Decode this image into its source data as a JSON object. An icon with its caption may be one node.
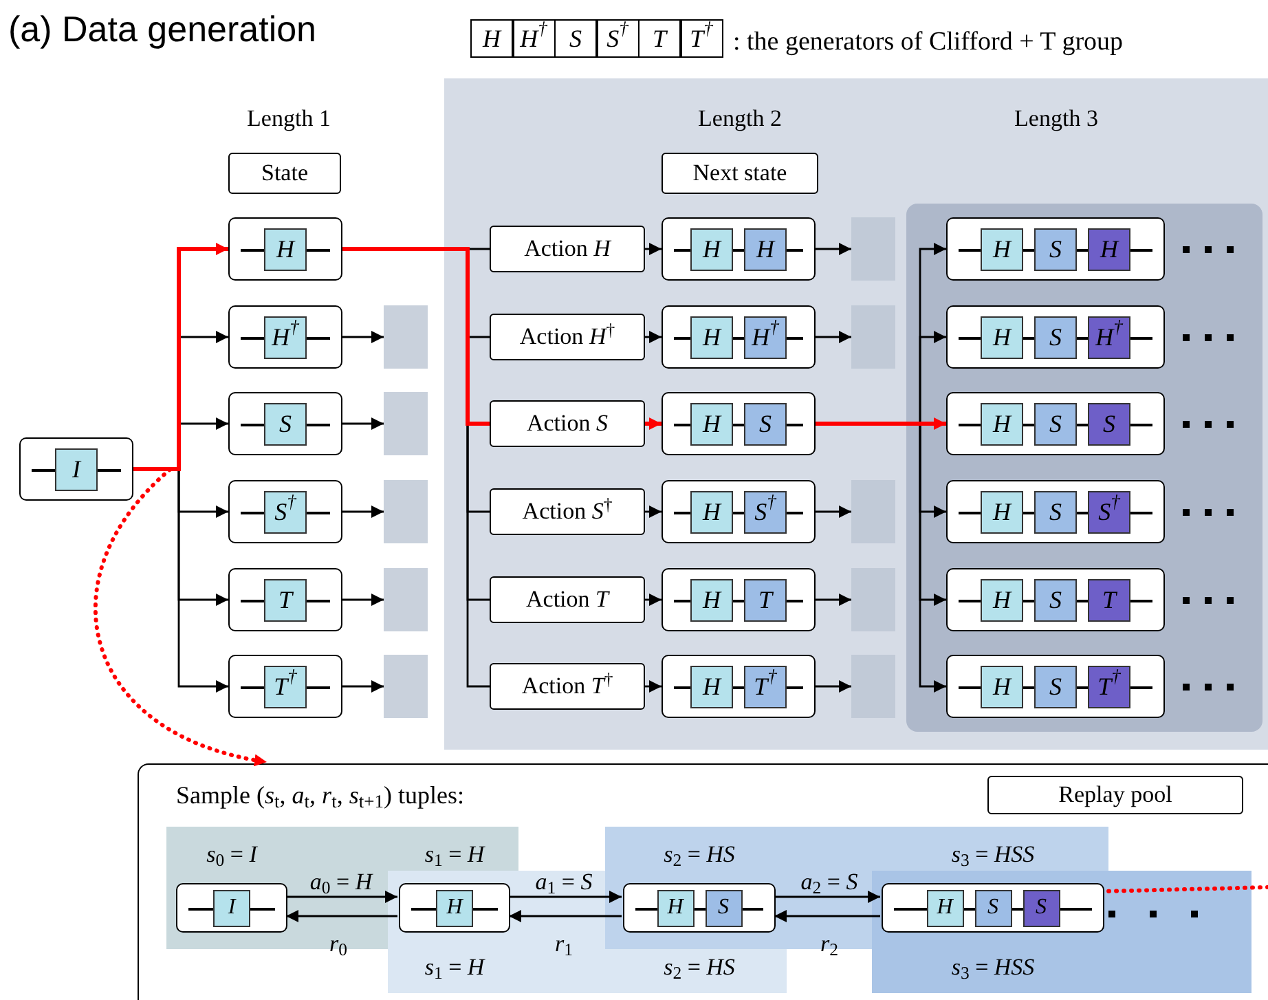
{
  "diagram": {
    "title": "(a) Data generation",
    "nodes": [
      {
        "text": [
          "State"
        ]
      },
      {
        "text": [
          "Next state"
        ]
      },
      {
        "text": [
          "I"
        ]
      },
      {
        "text": [
          "H"
        ]
      },
      {
        "text": [
          "H$^{†}$"
        ]
      },
      {
        "text": [
          "S"
        ]
      },
      {
        "text": [
          "S$^{†}$"
        ]
      },
      {
        "text": [
          "T"
        ]
      },
      {
        "text": [
          "T$^{†}$"
        ]
      },
      {
        "text": [],
        "shape": "box"
      },
      {
        "text": [],
        "shape": "box"
      },
      {
        "text": [],
        "shape": "box"
      },
      {
        "text": [],
        "shape": "box"
      },
      {
        "text": [],
        "shape": "box"
      },
      {
        "text": [
          "Action *H*"
        ]
      },
      {
        "text": [
          "Action *H*$^{†}$"
        ]
      },
      {
        "text": [
          "Action *S*"
        ]
      },
      {
        "text": [
          "Action *S*$^{†}$"
        ]
      },
      {
        "text": [
          "Action *T*"
        ]
      },
      {
        "text": [
          "Action *T*$^{†}$"
        ]
      },
      {
        "text": [
          "H",
          "H"
        ]
      },
      {
        "text": [
          "H",
          "H$^{†}$"
        ]
      },
      {
        "text": [
          "H",
          "S"
        ]
      },
      {
        "text": [
          "H",
          "S$^{†}$"
        ]
      },
      {
        "text": [
          "H",
          "T"
        ]
      },
      {
        "text": [
          "H",
          "T$^{†}$"
        ]
      },
      {
        "text": [],
        "shape": "box"
      },
      {
        "text": [],
        "shape": "box"
      },
      {
        "text": [],
        "shape": "box"
      },
      {
        "text": [],
        "shape": "box"
      },
      {
        "text": [],
        "shape": "box"
      },
      {
        "text": [
          "H",
          "S",
          "H"
        ]
      },
      {
        "text": [
          "H",
          "S",
          "H$^{†}$"
        ]
      },
      {
        "text": [
          "H",
          "S",
          "S"
        ]
      },
      {
        "text": [
          "H",
          "S",
          "S$^{†}$"
        ]
      },
      {
        "text": [
          "H",
          "S",
          "T"
        ]
      },
      {
        "text": [
          "H",
          "S",
          "T$^{†}$"
        ]
      },
      {
        "text": [
          "Sample (*s*$_{t}$, *a*$_{t}$, *r*$_{t}$, *s*$_{t+1}$) tuples:"
        ]
      },
      {
        "text": [
          "Replay pool"
        ],
        "in": 37
      },
      {
        "text": [
          "I"
        ],
        "in": 37,
        "beside": [
          "*s*$_{0}$ = *I*"
        ]
      },
      {
        "text": [
          "H"
        ],
        "in": 37,
        "beside": [
          "*s*$_{1}$ = *H*",
          "*s*$_{1}$ = *H*"
        ]
      },
      {
        "text": [
          "H",
          "S"
        ],
        "in": 37,
        "beside": [
          "*s*$_{2}$ = *HS*",
          "*s*$_{2}$ = *HS*"
        ]
      },
      {
        "text": [
          "H",
          "S",
          "S"
        ],
        "in": 37,
        "beside": [
          "*s*$_{3}$ = *HSS*",
          "*s*$_{3}$ = *HSS*"
        ]
      }
    ],
    "edges": [
      {
        "from": 2,
        "to": 3,
        "arrow": "to",
        "style": "thick",
        "color": "#ff0000"
      },
      {
        "from": 2,
        "to": 4,
        "arrow": "to"
      },
      {
        "from": 2,
        "to": 5,
        "arrow": "to"
      },
      {
        "from": 2,
        "to": 6,
        "arrow": "to"
      },
      {
        "from": 2,
        "to": 7,
        "arrow": "to"
      },
      {
        "from": 2,
        "to": 8,
        "arrow": "to"
      },
      {
        "from": 4,
        "to": 9,
        "arrow": "to"
      },
      {
        "from": 5,
        "to": 10,
        "arrow": "to"
      },
      {
        "from": 6,
        "to": 11,
        "arrow": "to"
      },
      {
        "from": 7,
        "to": 12,
        "arrow": "to"
      },
      {
        "from": 8,
        "to": 13,
        "arrow": "to"
      },
      {
        "from": 3,
        "to": 14,
        "arrow": "none"
      },
      {
        "from": 3,
        "to": 15,
        "arrow": "none"
      },
      {
        "from": 3,
        "to": 16,
        "arrow": "none",
        "style": "thick",
        "color": "#ff0000"
      },
      {
        "from": 3,
        "to": 17,
        "arrow": "none"
      },
      {
        "from": 3,
        "to": 18,
        "arrow": "none"
      },
      {
        "from": 3,
        "to": 19,
        "arrow": "none"
      },
      {
        "from": 14,
        "to": 20,
        "arrow": "to"
      },
      {
        "from": 15,
        "to": 21,
        "arrow": "to"
      },
      {
        "from": 16,
        "to": 22,
        "arrow": "to",
        "style": "thick",
        "color": "#ff0000"
      },
      {
        "from": 17,
        "to": 23,
        "arrow": "to"
      },
      {
        "from": 18,
        "to": 24,
        "arrow": "to"
      },
      {
        "from": 19,
        "to": 25,
        "arrow": "to"
      },
      {
        "from": 20,
        "to": 26,
        "arrow": "to"
      },
      {
        "from": 21,
        "to": 27,
        "arrow": "to"
      },
      {
        "from": 23,
        "to": 28,
        "arrow": "to"
      },
      {
        "from": 24,
        "to": 29,
        "arrow": "to"
      },
      {
        "from": 25,
        "to": 30,
        "arrow": "to"
      },
      {
        "from": 22,
        "to": 31,
        "arrow": "to"
      },
      {
        "from": 22,
        "to": 32,
        "arrow": "to"
      },
      {
        "from": 22,
        "to": 33,
        "arrow": "to",
        "style": "thick",
        "color": "#ff0000"
      },
      {
        "from": 22,
        "to": 34,
        "arrow": "to"
      },
      {
        "from": 22,
        "to": 35,
        "arrow": "to"
      },
      {
        "from": 22,
        "to": 36,
        "arrow": "to"
      },
      {
        "from": 2,
        "to": 37,
        "arrow": "to",
        "style": "dashed",
        "color": "#ff0000"
      },
      {
        "from": 39,
        "to": 40,
        "arrow": "to",
        "label": "*a*$_{0}$ = *H*"
      },
      {
        "from": 40,
        "to": 39,
        "arrow": "to",
        "label": "*r*$_{0}$"
      },
      {
        "from": 40,
        "to": 41,
        "arrow": "to",
        "label": "*a*$_{1}$ = *S*"
      },
      {
        "from": 41,
        "to": 40,
        "arrow": "to",
        "label": "*r*$_{1}$"
      },
      {
        "from": 41,
        "to": 42,
        "arrow": "to",
        "label": "*a*$_{2}$ = *S*"
      },
      {
        "from": 42,
        "to": 41,
        "arrow": "to",
        "label": "*r*$_{2}$"
      },
      {
        "from": 37,
        "to": 42,
        "arrow": "none",
        "style": "dashed",
        "color": "#ff0000"
      }
    ],
    "labels": [
      "H",
      "H$^{†}$",
      "S",
      "S$^{†}$",
      "T",
      "T$^{†}$",
      ": the generators of Clifford + T group",
      "Length 1",
      "Length 2",
      "Length 3"
    ]
  }
}
